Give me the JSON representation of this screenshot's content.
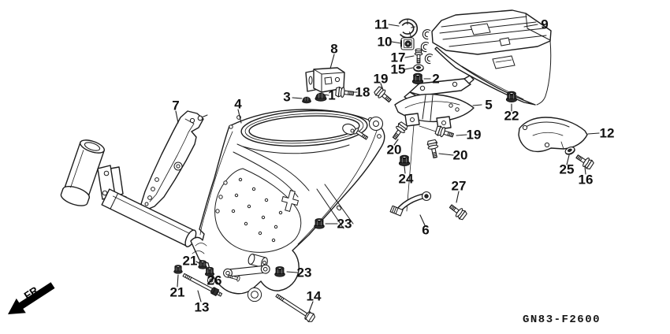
{
  "diagram": {
    "code": "GN83-F2600",
    "fr_label": "FR.",
    "colors": {
      "ink": "#1c1c1c",
      "paper": "#ffffff"
    }
  },
  "callouts": [
    {
      "number": "11"
    },
    {
      "number": "10"
    },
    {
      "number": "17"
    },
    {
      "number": "15"
    },
    {
      "number": "2"
    },
    {
      "number": "9"
    },
    {
      "number": "8"
    },
    {
      "number": "3"
    },
    {
      "number": "1"
    },
    {
      "number": "18"
    },
    {
      "number": "19"
    },
    {
      "number": "5"
    },
    {
      "number": "22"
    },
    {
      "number": "7"
    },
    {
      "number": "4"
    },
    {
      "number": "12"
    },
    {
      "number": "19"
    },
    {
      "number": "20"
    },
    {
      "number": "20"
    },
    {
      "number": "24"
    },
    {
      "number": "25"
    },
    {
      "number": "16"
    },
    {
      "number": "27"
    },
    {
      "number": "6"
    },
    {
      "number": "23"
    },
    {
      "number": "23"
    },
    {
      "number": "21"
    },
    {
      "number": "26"
    },
    {
      "number": "21"
    },
    {
      "number": "13"
    },
    {
      "number": "14"
    }
  ]
}
